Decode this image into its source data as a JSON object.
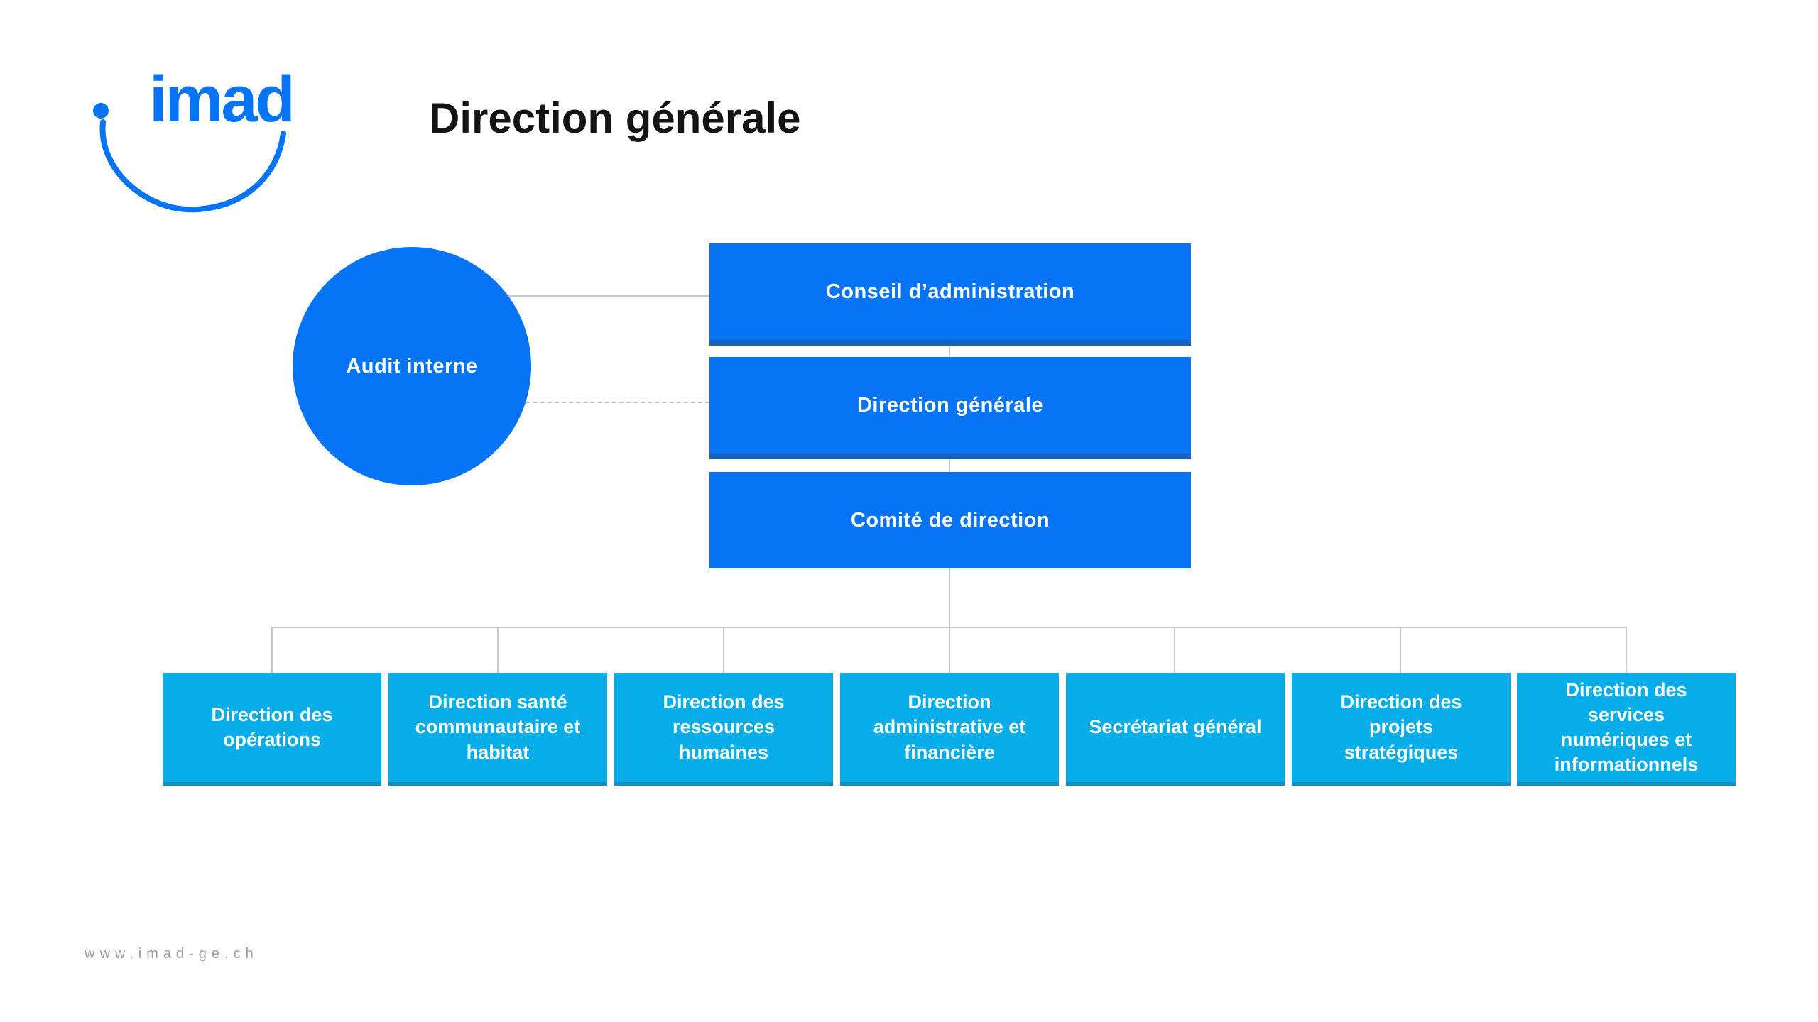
{
  "page": {
    "title": "Direction générale"
  },
  "logo": {
    "text": "imad"
  },
  "org_chart": {
    "audit": {
      "label": "Audit interne"
    },
    "governance": [
      {
        "label": "Conseil d’administration"
      },
      {
        "label": "Direction générale"
      },
      {
        "label": "Comité de direction"
      }
    ],
    "departments": [
      {
        "label": "Direction des opérations"
      },
      {
        "label": "Direction santé communautaire et habitat"
      },
      {
        "label": "Direction des ressources humaines"
      },
      {
        "label": "Direction administrative et financière"
      },
      {
        "label": "Secrétariat général"
      },
      {
        "label": "Direction des projets stratégiques"
      },
      {
        "label": "Direction des services numériques et informationnels"
      }
    ]
  },
  "footer": {
    "url": "www.imad-ge.ch"
  },
  "colors": {
    "primary_blue": "#0674f4",
    "secondary_cyan": "#06ade9",
    "shadow_blue": "#175fc2",
    "shadow_cyan": "#0c8ec9",
    "connector_gray": "#c5c8cb",
    "title_color": "#141414",
    "footer_gray": "#9aa0a5"
  }
}
